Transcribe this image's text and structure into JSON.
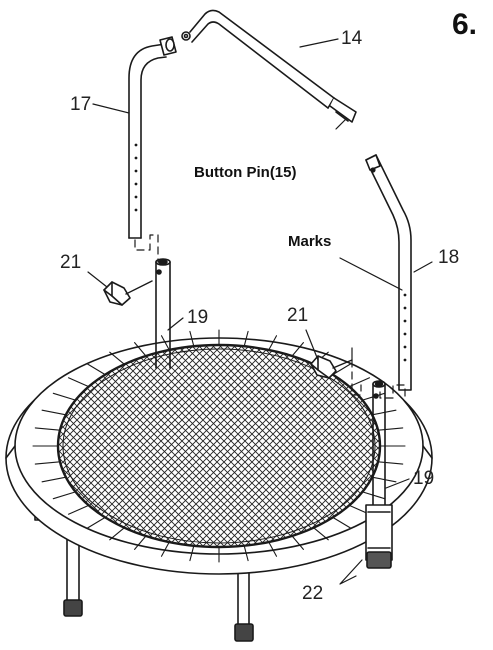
{
  "step_number": "6.",
  "part_labels": {
    "p14": "14",
    "p17": "17",
    "p18": "18",
    "p19_left": "19",
    "p19_right": "19",
    "p21_left": "21",
    "p21_right": "21",
    "p22": "22"
  },
  "callouts": {
    "button_pin": "Button Pin(15)",
    "marks": "Marks"
  },
  "colors": {
    "line": "#1a1a1a",
    "mat_fill": "#f4f4f4",
    "background": "#ffffff"
  }
}
